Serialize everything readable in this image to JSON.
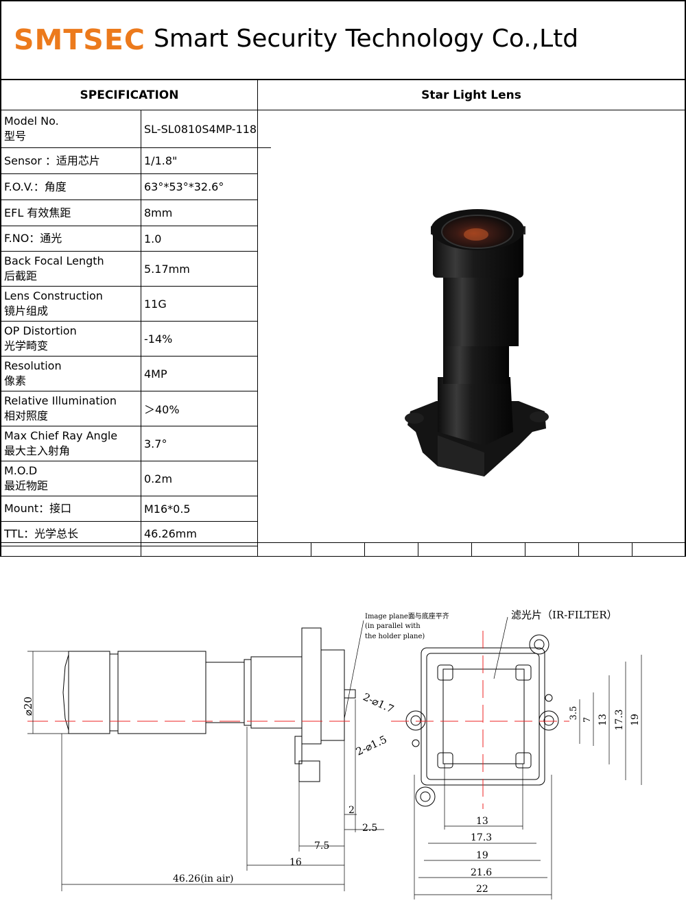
{
  "header": {
    "logo": "SMTSEC",
    "company": "Smart Security Technology Co.,Ltd"
  },
  "spec_heading": {
    "left": "SPECIFICATION",
    "right": "Star Light Lens"
  },
  "specs": [
    {
      "label": "Model No.",
      "label_cn": "型号",
      "value": "SL-SL0810S4MP-118"
    },
    {
      "label": "Sensor ：适用芯片",
      "label_cn": "",
      "value": "1/1.8\""
    },
    {
      "label": "F.O.V.：角度",
      "label_cn": "",
      "value": "63°*53°*32.6°"
    },
    {
      "label": "EFL 有效焦距",
      "label_cn": "",
      "value": "8mm"
    },
    {
      "label": "F.NO：通光",
      "label_cn": "",
      "value": "1.0"
    },
    {
      "label": "Back Focal Length",
      "label_cn": "后截距",
      "value": "5.17mm"
    },
    {
      "label": "Lens Construction",
      "label_cn": "镜片组成",
      "value": "11G"
    },
    {
      "label": "OP Distortion",
      "label_cn": "光学畸变",
      "value": "-14%"
    },
    {
      "label": "Resolution",
      "label_cn": "像素",
      "value": "4MP"
    },
    {
      "label": "Relative Illumination",
      "label_cn": "相对照度",
      "value": "＞40%"
    },
    {
      "label": "Max Chief Ray Angle",
      "label_cn": "最大主入射角",
      "value": "3.7°"
    },
    {
      "label": "M.O.D",
      "label_cn": "最近物距",
      "value": "0.2m"
    },
    {
      "label": "Mount：接口",
      "label_cn": "",
      "value": "M16*0.5"
    },
    {
      "label": "TTL：光学总长",
      "label_cn": "",
      "value": "46.26mm"
    }
  ],
  "drawing": {
    "note1": "Image plane面与底座平齐",
    "note2": "(in parallel with",
    "note3": "the holder plane)",
    "filter_label": "滤光片（IR-FILTER）",
    "dia": "⌀20",
    "hole1": "2-⌀1.7",
    "hole2": "2-⌀1.5",
    "d_2": "2",
    "d_2_5": "2.5",
    "d_7_5": "7.5",
    "d_16": "16",
    "d_total": "46.26(in air)",
    "w_13": "13",
    "w_17_3": "17.3",
    "w_19": "19",
    "w_21_6": "21.6",
    "w_22": "22",
    "h_3_5": "3.5",
    "h_7": "7",
    "h_13": "13",
    "h_17_3": "17.3",
    "h_19": "19"
  }
}
